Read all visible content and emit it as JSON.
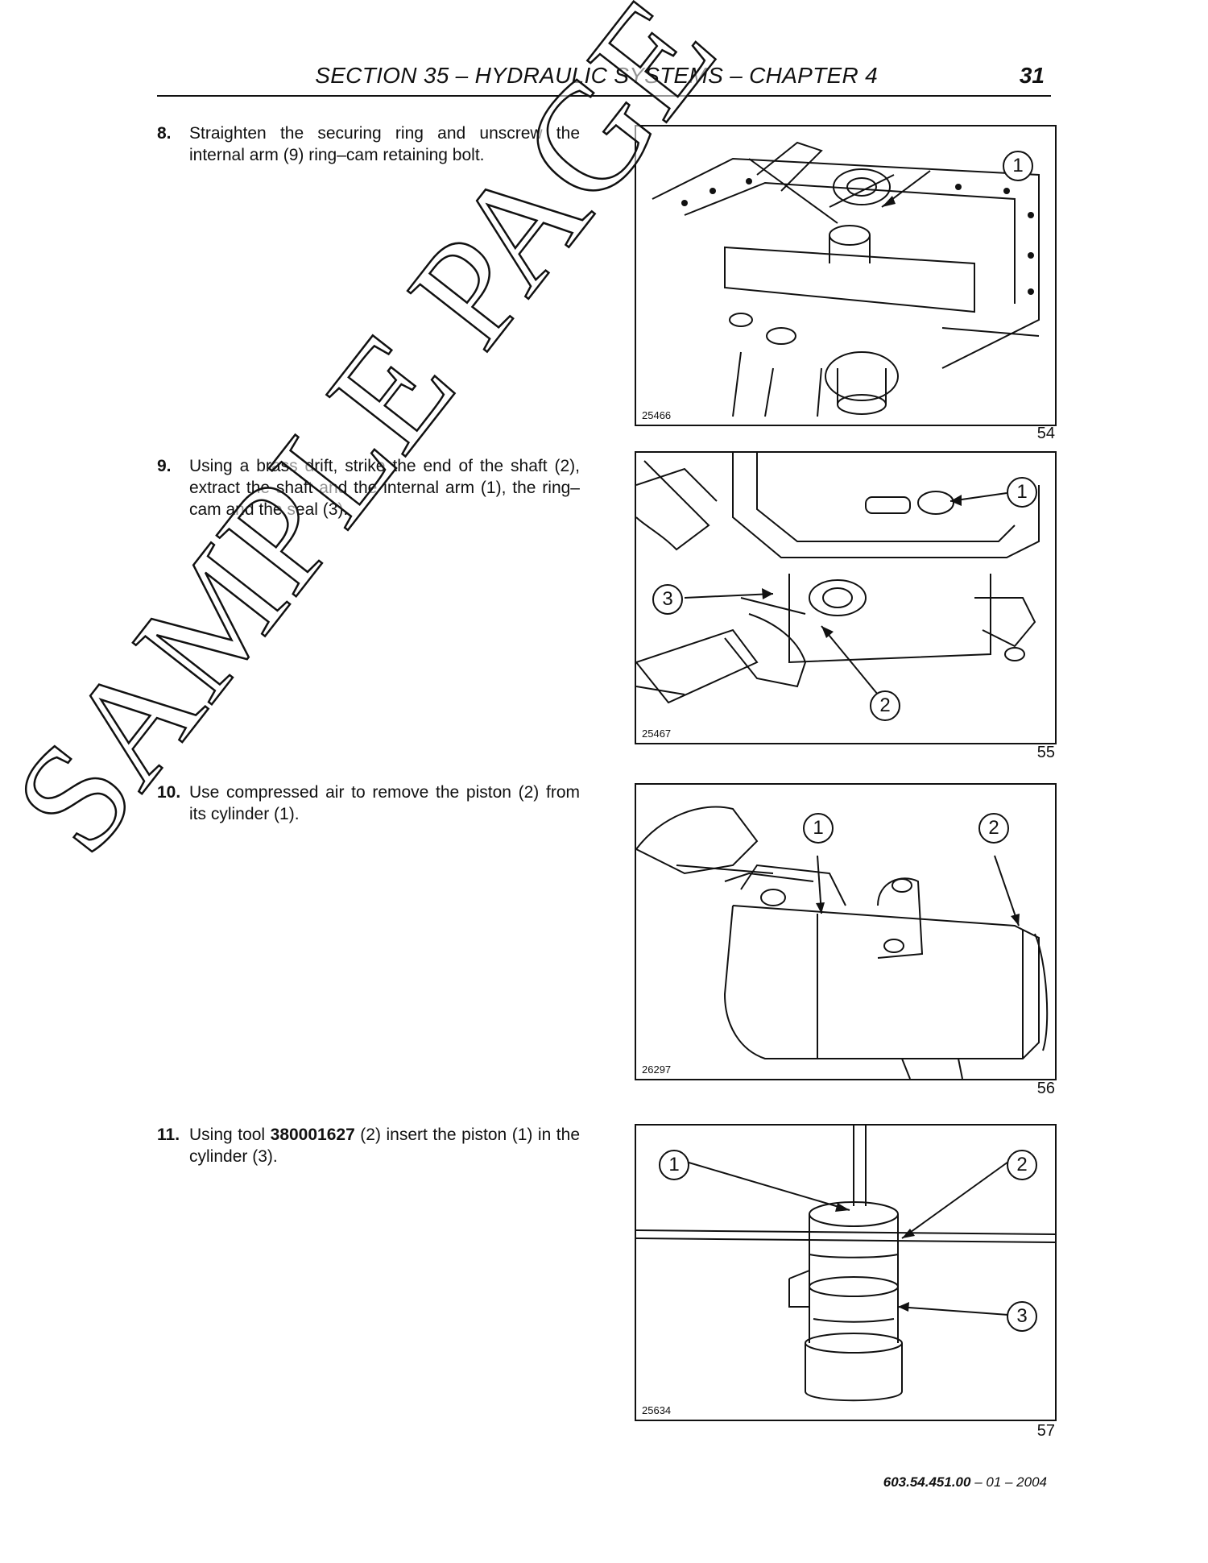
{
  "header": {
    "title": "SECTION 35 – HYDRAULIC SYSTEMS – CHAPTER 4",
    "page": "31"
  },
  "steps": [
    {
      "num": "8.",
      "parts": [
        "Straighten the securing ring and unscrew the internal arm (9) ring–cam retaining bolt."
      ]
    },
    {
      "num": "9.",
      "parts": [
        "Using a brass drift, strike the end of the shaft (2), extract the shaft and the internal arm (1), the ring–cam and the seal (3)."
      ]
    },
    {
      "num": "10.",
      "parts": [
        "Use compressed air to remove the piston (2) from its cylinder (1)."
      ]
    },
    {
      "num": "11.",
      "pre": "Using tool ",
      "bold": "380001627",
      "post": " (2) insert the piston (1) in the cylinder (3)."
    }
  ],
  "figures": [
    {
      "code": "25466",
      "number": "54",
      "callouts": [
        "1"
      ]
    },
    {
      "code": "25467",
      "number": "55",
      "callouts": [
        "1",
        "3",
        "2"
      ]
    },
    {
      "code": "26297",
      "number": "56",
      "callouts": [
        "1",
        "2"
      ]
    },
    {
      "code": "25634",
      "number": "57",
      "callouts": [
        "1",
        "2",
        "3"
      ]
    }
  ],
  "watermark": "SAMPLE PAGE",
  "footer": {
    "doc": "603.54.451.00",
    "rest": " – 01 – 2004"
  }
}
